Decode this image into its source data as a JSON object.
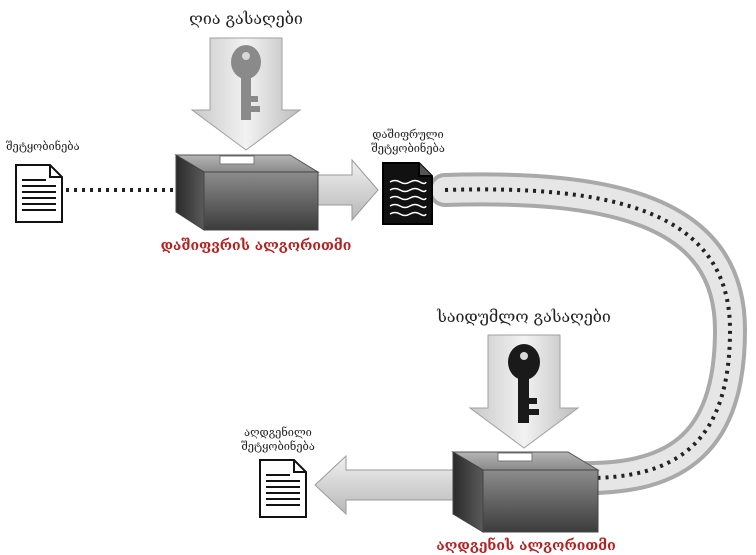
{
  "labels": {
    "public_key": "ღია გასაღები",
    "message": "შეტყობინება",
    "encrypted_message_line1": "დაშიფრული",
    "encrypted_message_line2": "შეტყობინება",
    "encryption_algorithm": "დაშიფვრის ალგორითმი",
    "private_key": "საიდუმლო გასაღები",
    "restored_message_line1": "აღდგენილი",
    "restored_message_line2": "შეტყობინება",
    "decryption_algorithm": "აღდგენის ალგორითმი"
  },
  "colors": {
    "algorithm_label": "#b22222",
    "pipe": "#bdbdbd",
    "arrow": "#d8d8d8",
    "box": "#6d6d6d",
    "key_public": "#8a8a8a",
    "key_private": "#1a1a1a"
  },
  "icons": {
    "public_key": "key-icon",
    "private_key": "key-icon",
    "document": "document-icon",
    "encrypted_document": "encrypted-document-icon",
    "algorithm": "algorithm-box-icon"
  }
}
